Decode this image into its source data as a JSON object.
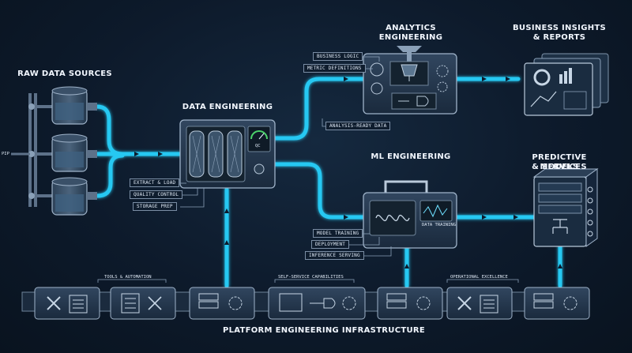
{
  "titles": {
    "raw": "RAW DATA SOURCES",
    "data_eng": "DATA ENGINEERING",
    "analytics": "ANALYTICS ENGINEERING",
    "business_1": "BUSINESS INSIGHTS",
    "business_2": "& REPORTS",
    "ml": "ML ENGINEERING",
    "predictive_1": "PREDICTIVE MODELS",
    "predictive_2": "& SERVICES",
    "platform": "PLATFORM ENGINEERING INFRASTRUCTURE"
  },
  "labels": {
    "business_logic": "BUSINESS LOGIC",
    "metric_definitions": "METRIC DEFINITIONS",
    "analysis_ready": "ANALYSIS-READY DATA",
    "extract_load": "EXTRACT & LOAD",
    "quality_control": "QUALITY CONTROL",
    "storage_prep": "STORAGE PREP",
    "model_training": "MODEL TRAINING",
    "deployment": "DEPLOYMENT",
    "inference_serving": "INFERENCE SERVING",
    "tools_automation": "TOOLS & AUTOMATION",
    "self_service": "SELF-SERVICE CAPABILITIES",
    "operational_excellence": "OPERATIONAL EXCELLENCE",
    "data_training": "DATA TRAINING",
    "qc": "QC",
    "pipe": "PIP"
  },
  "colors": {
    "flow": "#27c8f2",
    "panel": "#1c2c40",
    "line": "#9fb3c9",
    "background": "#0d1a2b"
  }
}
